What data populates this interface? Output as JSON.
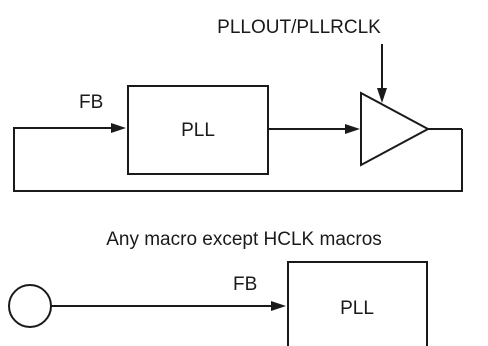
{
  "top_diagram": {
    "buffer_control_label": "PLLOUT/PLLRCLK",
    "feedback_label": "FB",
    "pll_label": "PLL",
    "caption": "Any macro except HCLK macros"
  },
  "bottom_diagram": {
    "feedback_label": "FB",
    "pll_label": "PLL"
  },
  "colors": {
    "stroke": "#1a1a1a",
    "background": "#ffffff"
  }
}
